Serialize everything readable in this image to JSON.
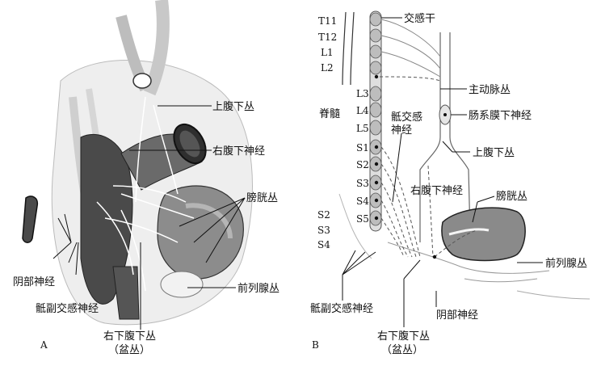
{
  "panel_a": {
    "panel_letter": "A",
    "labels": {
      "superior_hypogastric": "上腹下丛",
      "right_hypogastric_nerve": "右腹下神经",
      "bladder_plexus": "膀胱丛",
      "prostatic_plexus": "前列腺丛",
      "pudendal_nerve": "阴部神经",
      "sacral_splanchnic": "骶副交感神经",
      "inferior_hypogastric_line1": "右下腹下丛",
      "inferior_hypogastric_line2": "（盆丛）"
    }
  },
  "panel_b": {
    "panel_letter": "B",
    "levels": {
      "t11": "T11",
      "t12": "T12",
      "l1": "L1",
      "l2": "L2",
      "l3": "L3",
      "l4": "L4",
      "l5": "L5",
      "s1": "S1",
      "s2": "S2",
      "s3": "S3",
      "s4": "S4",
      "s5": "S5",
      "s2_left": "S2",
      "s3_left": "S3",
      "s4_left": "S4"
    },
    "labels": {
      "sympathetic_trunk": "交感干",
      "spinal_cord": "脊髓",
      "aortic_plexus": "主动脉丛",
      "inferior_mesenteric": "肠系膜下神经",
      "superior_hypogastric": "上腹下丛",
      "sacral_sympathetic_line1": "骶交感",
      "sacral_sympathetic_line2": "神经",
      "right_hypogastric_nerve": "右腹下神经",
      "bladder_plexus": "膀胱丛",
      "prostatic_plexus": "前列腺丛",
      "sacral_parasympathetic": "骶副交感神经",
      "pudendal_nerve": "阴部神经",
      "inferior_hypogastric_line1": "右下腹下丛",
      "inferior_hypogastric_line2": "（盆丛）"
    }
  },
  "colors": {
    "ink": "#111111",
    "shade_dark": "#555555",
    "shade_mid": "#9a9a9a",
    "shade_light": "#d9d9d9",
    "rectum": "#3a3a3a"
  }
}
